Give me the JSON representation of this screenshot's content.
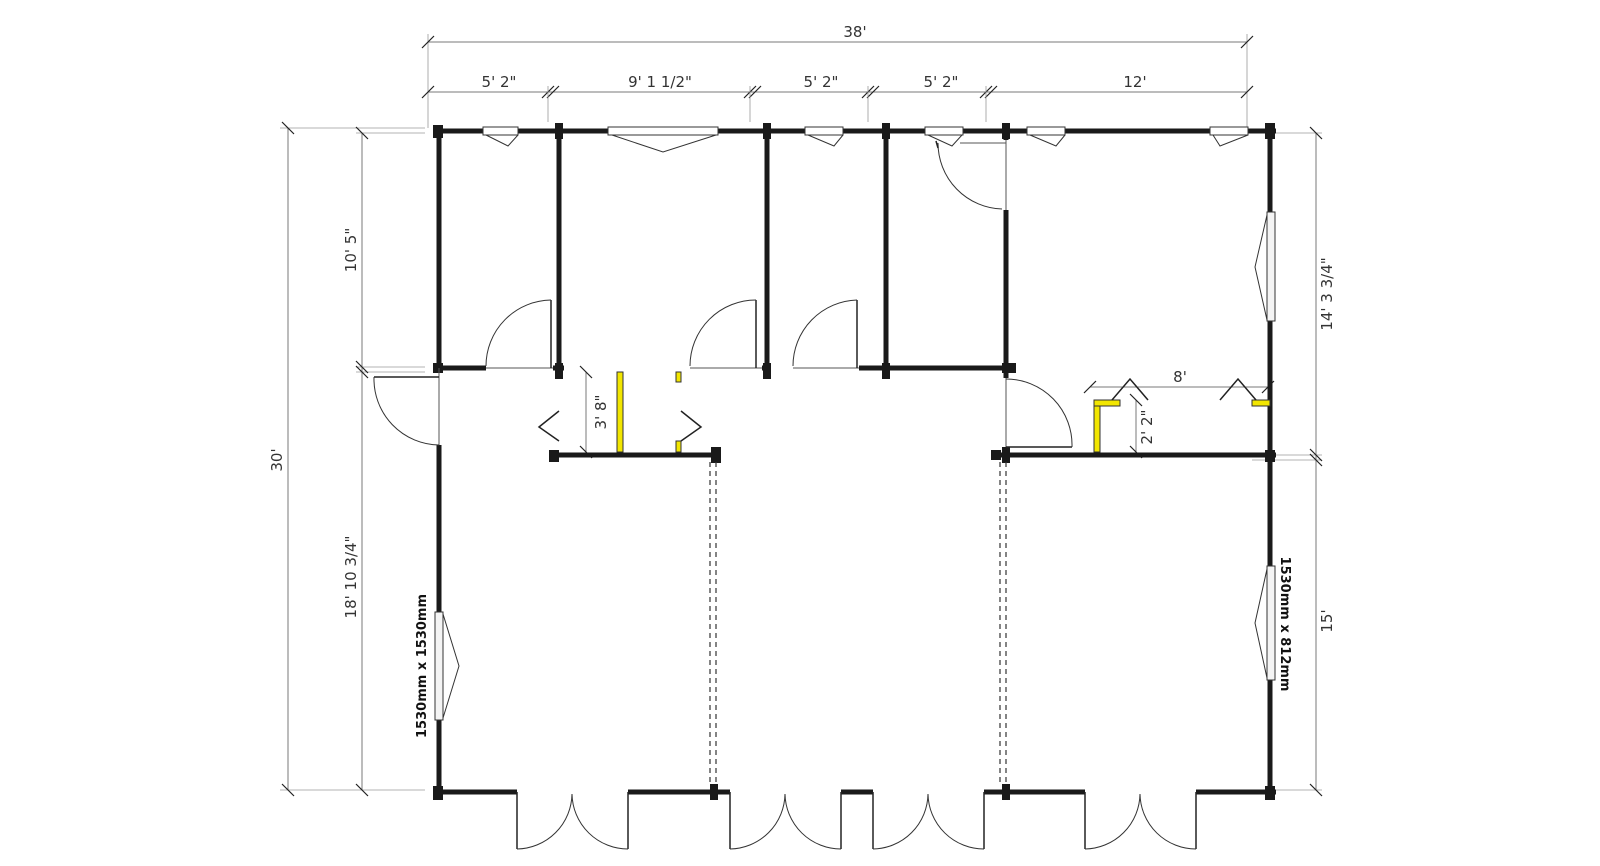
{
  "dimensions": {
    "overall_width": "38'",
    "overall_depth": "30'",
    "top_segments": [
      "5' 2\"",
      "9' 1 1/2\"",
      "5' 2\"",
      "5' 2\"",
      "12'"
    ],
    "left_upper": "10' 5\"",
    "left_lower": "18' 10 3/4\"",
    "right_upper": "14' 3 3/4\"",
    "right_lower": "15'",
    "closet_depth": "3' 8\"",
    "alcove_width": "8'",
    "alcove_depth": "2' 2\""
  },
  "windows": {
    "left_window_size": "1530mm x 1530mm",
    "right_window_size": "1530mm x 812mm"
  }
}
